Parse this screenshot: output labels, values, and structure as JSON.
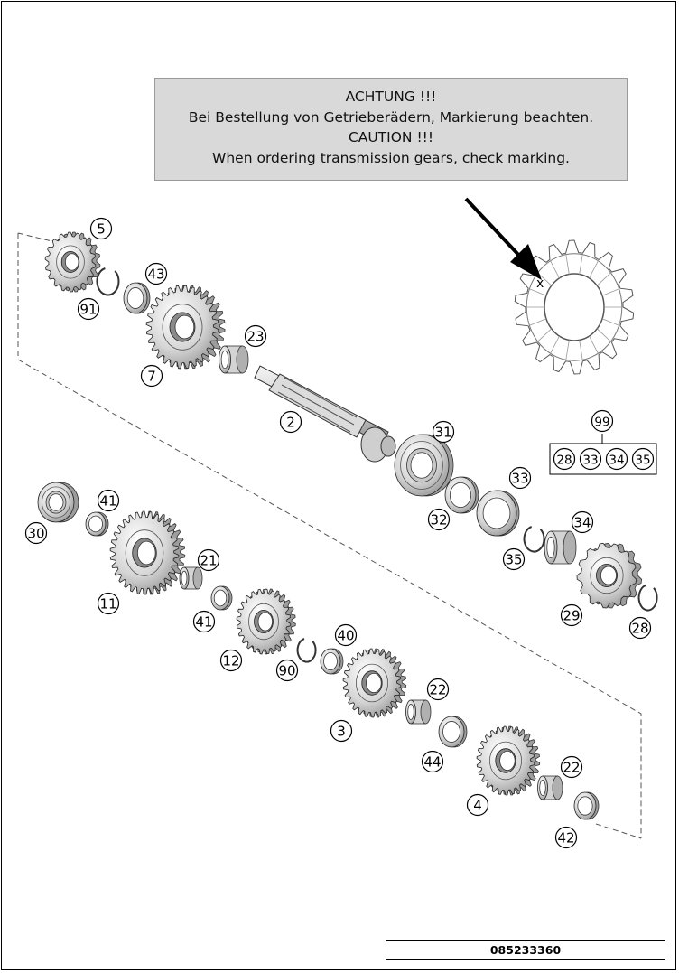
{
  "notice": {
    "de_heading": "ACHTUNG !!!",
    "de_text": "Bei Bestellung von Getrieberädern, Markierung beachten.",
    "en_heading": "CAUTION !!!",
    "en_text": "When ordering transmission gears, check marking."
  },
  "marking_symbol": "x",
  "kit": {
    "number": "99",
    "contents": [
      "28",
      "33",
      "34",
      "35"
    ]
  },
  "callouts": [
    {
      "id": "callout-5",
      "label": "5"
    },
    {
      "id": "callout-43",
      "label": "43"
    },
    {
      "id": "callout-91",
      "label": "91"
    },
    {
      "id": "callout-7",
      "label": "7"
    },
    {
      "id": "callout-23",
      "label": "23"
    },
    {
      "id": "callout-2",
      "label": "2"
    },
    {
      "id": "callout-31",
      "label": "31"
    },
    {
      "id": "callout-32",
      "label": "32"
    },
    {
      "id": "callout-33",
      "label": "33"
    },
    {
      "id": "callout-34",
      "label": "34"
    },
    {
      "id": "callout-35",
      "label": "35"
    },
    {
      "id": "callout-29",
      "label": "29"
    },
    {
      "id": "callout-28",
      "label": "28"
    },
    {
      "id": "callout-30",
      "label": "30"
    },
    {
      "id": "callout-41a",
      "label": "41"
    },
    {
      "id": "callout-11",
      "label": "11"
    },
    {
      "id": "callout-21",
      "label": "21"
    },
    {
      "id": "callout-41b",
      "label": "41"
    },
    {
      "id": "callout-12",
      "label": "12"
    },
    {
      "id": "callout-90",
      "label": "90"
    },
    {
      "id": "callout-40",
      "label": "40"
    },
    {
      "id": "callout-3",
      "label": "3"
    },
    {
      "id": "callout-22a",
      "label": "22"
    },
    {
      "id": "callout-44",
      "label": "44"
    },
    {
      "id": "callout-4",
      "label": "4"
    },
    {
      "id": "callout-22b",
      "label": "22"
    },
    {
      "id": "callout-42",
      "label": "42"
    }
  ],
  "document_number": "085233360"
}
